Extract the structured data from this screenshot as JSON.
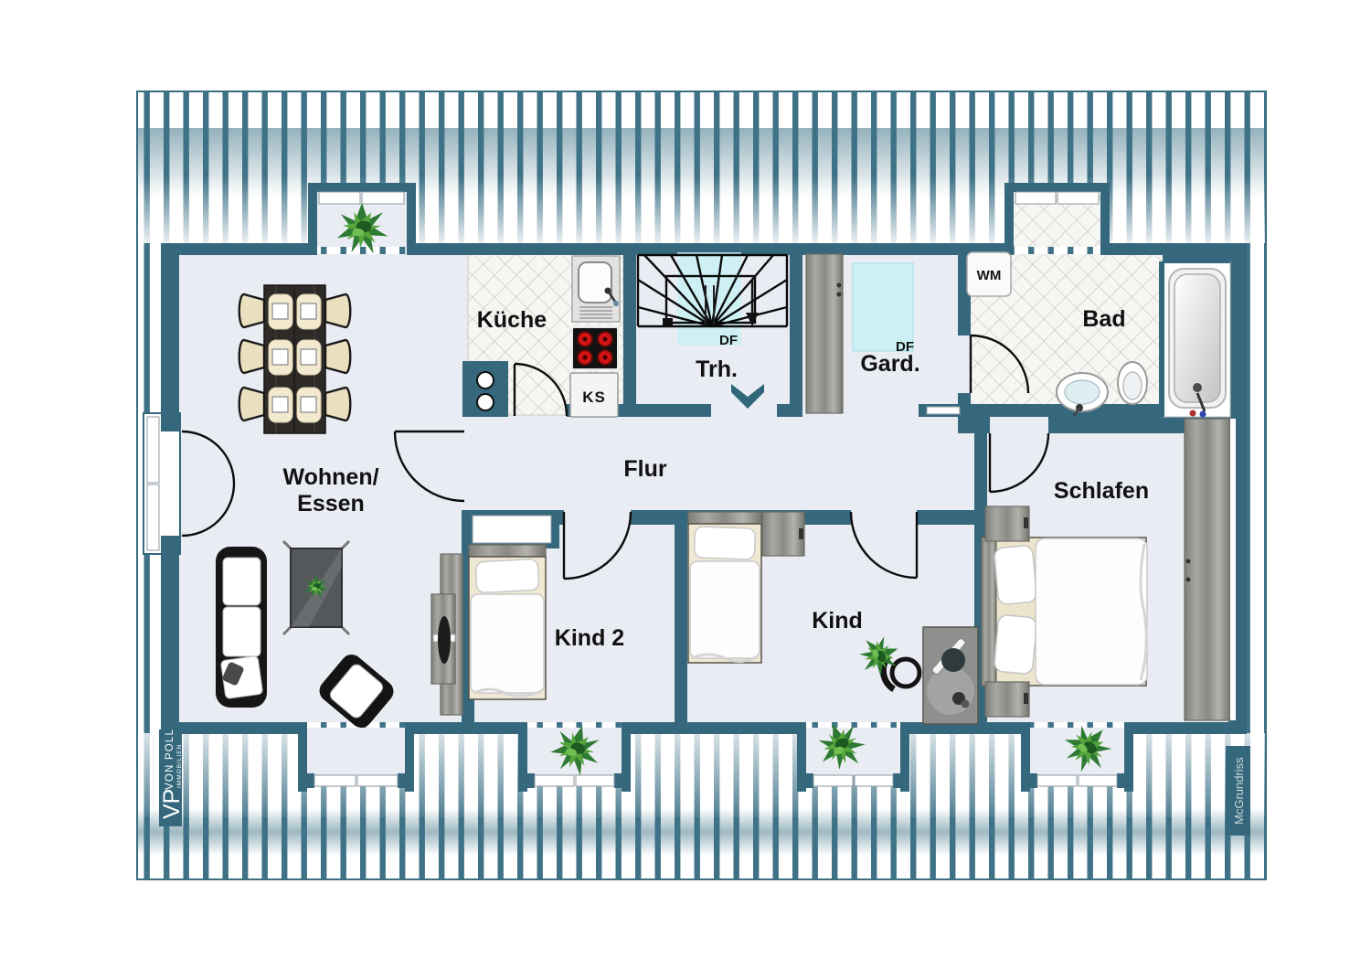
{
  "branding": {
    "monogram": "VP",
    "name": "VON POLL",
    "subtitle": "IMMOBILIEN",
    "watermark": "McGrundriss"
  },
  "labels": {
    "wohnen_line1": "Wohnen/",
    "wohnen_line2": "Essen",
    "kueche": "Küche",
    "trh": "Trh.",
    "flur": "Flur",
    "gard": "Gard.",
    "bad": "Bad",
    "kind2": "Kind 2",
    "kind": "Kind",
    "schlafen": "Schlafen",
    "df_stair": "DF",
    "df_gard": "DF",
    "wm": "WM",
    "ks": "KS"
  },
  "colors": {
    "wall": "#35687d",
    "stripe": "#3f7287",
    "floor": "#e9ecf3",
    "skylight": "#c9f1f4",
    "arrow": "#2f6779"
  }
}
